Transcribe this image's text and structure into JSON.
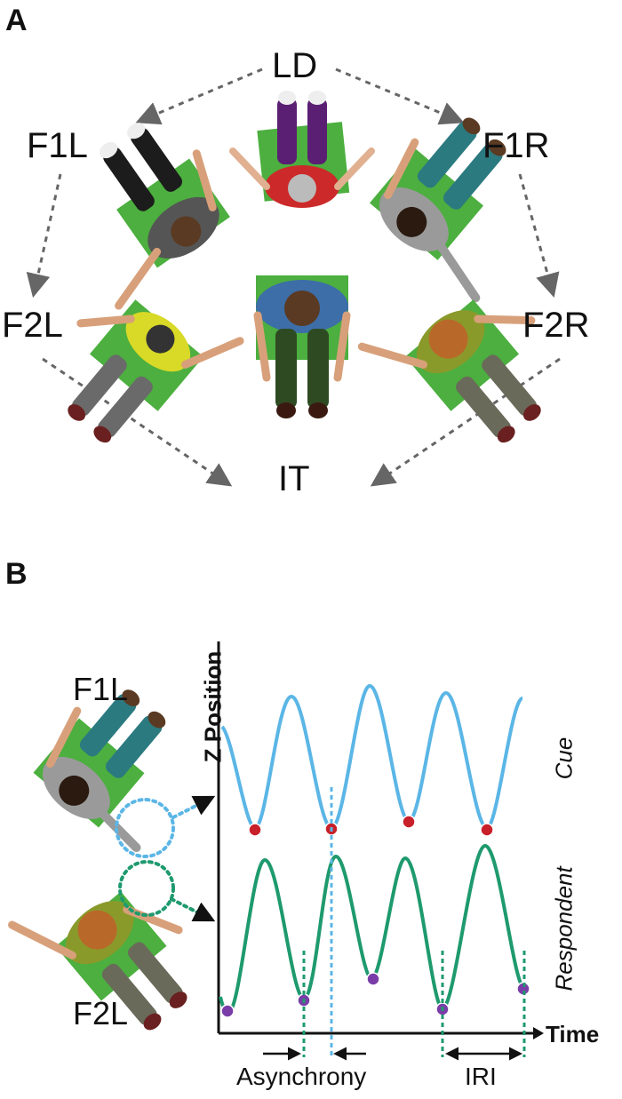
{
  "panel_a": {
    "letter": "A",
    "positions": {
      "ld": "LD",
      "f1l": "F1L",
      "f1r": "F1R",
      "f2l": "F2L",
      "f2r": "F2R",
      "it": "IT"
    }
  },
  "panel_b": {
    "letter": "B",
    "figure_labels": {
      "top": "F1L",
      "bottom": "F2L"
    },
    "axis": {
      "y_label": "Z Position",
      "x_label": "Time"
    },
    "traces": {
      "cue": "Cue",
      "respondent": "Respondent"
    },
    "annotations": {
      "asynchrony": "Asynchrony",
      "iri": "IRI"
    },
    "colors": {
      "cue": "#5bb6e6",
      "respondent": "#1e9a6e",
      "cue_marker": "#c8202a",
      "respondent_marker": "#7a3da8",
      "arrow": "#666666",
      "chair": "#4caf3f"
    }
  }
}
